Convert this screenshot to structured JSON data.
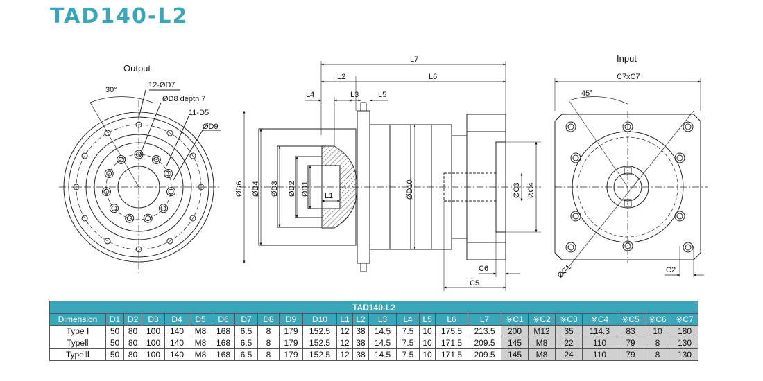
{
  "title": "TAD140-L2",
  "views": {
    "output": "Output",
    "input": "Input"
  },
  "labels": {
    "angle30": "30°",
    "d7": "12-ØD7",
    "d8": "ØD8 depth 7",
    "d5": "11-D5",
    "d9": "ØD9",
    "l7": "L7",
    "l2": "L2",
    "l6": "L6",
    "l4": "L4",
    "l3": "L3",
    "l5": "L5",
    "l1": "L1",
    "c5": "C5",
    "c6": "C6",
    "c3": "ØC3",
    "c4": "ØC4",
    "d6": "ØD6",
    "d4": "ØD4",
    "d3": "ØD3",
    "d2": "ØD2",
    "d1": "ØD1",
    "d10": "ØD10",
    "c7": "C7xC7",
    "angle45": "45°",
    "c1": "ØC1",
    "c2": "C2"
  },
  "table": {
    "caption": "TAD140-L2",
    "headers": [
      "Dimension",
      "D1",
      "D2",
      "D3",
      "D4",
      "D5",
      "D6",
      "D7",
      "D8",
      "D9",
      "D10",
      "L1",
      "L2",
      "L3",
      "L4",
      "L5",
      "L6",
      "L7",
      "※C1",
      "※C2",
      "※C3",
      "※C4",
      "※C5",
      "※C6",
      "※C7"
    ],
    "rows": [
      [
        "Type Ⅰ",
        "50",
        "80",
        "100",
        "140",
        "M8",
        "168",
        "6.5",
        "8",
        "179",
        "152.5",
        "12",
        "38",
        "14.5",
        "7.5",
        "10",
        "175.5",
        "213.5",
        "200",
        "M12",
        "35",
        "114.3",
        "83",
        "10",
        "180"
      ],
      [
        "TypeⅡ",
        "50",
        "80",
        "100",
        "140",
        "M8",
        "168",
        "6.5",
        "8",
        "179",
        "152.5",
        "12",
        "38",
        "14.5",
        "7.5",
        "10",
        "171.5",
        "209.5",
        "145",
        "M8",
        "22",
        "110",
        "79",
        "8",
        "130"
      ],
      [
        "TypeⅢ",
        "50",
        "80",
        "100",
        "140",
        "M8",
        "168",
        "6.5",
        "8",
        "179",
        "152.5",
        "12",
        "38",
        "14.5",
        "7.5",
        "10",
        "171.5",
        "209.5",
        "145",
        "M8",
        "24",
        "110",
        "79",
        "8",
        "130"
      ]
    ]
  },
  "colors": {
    "accent": "#3aa6b9",
    "gray_cells": "#d0d0d0"
  }
}
